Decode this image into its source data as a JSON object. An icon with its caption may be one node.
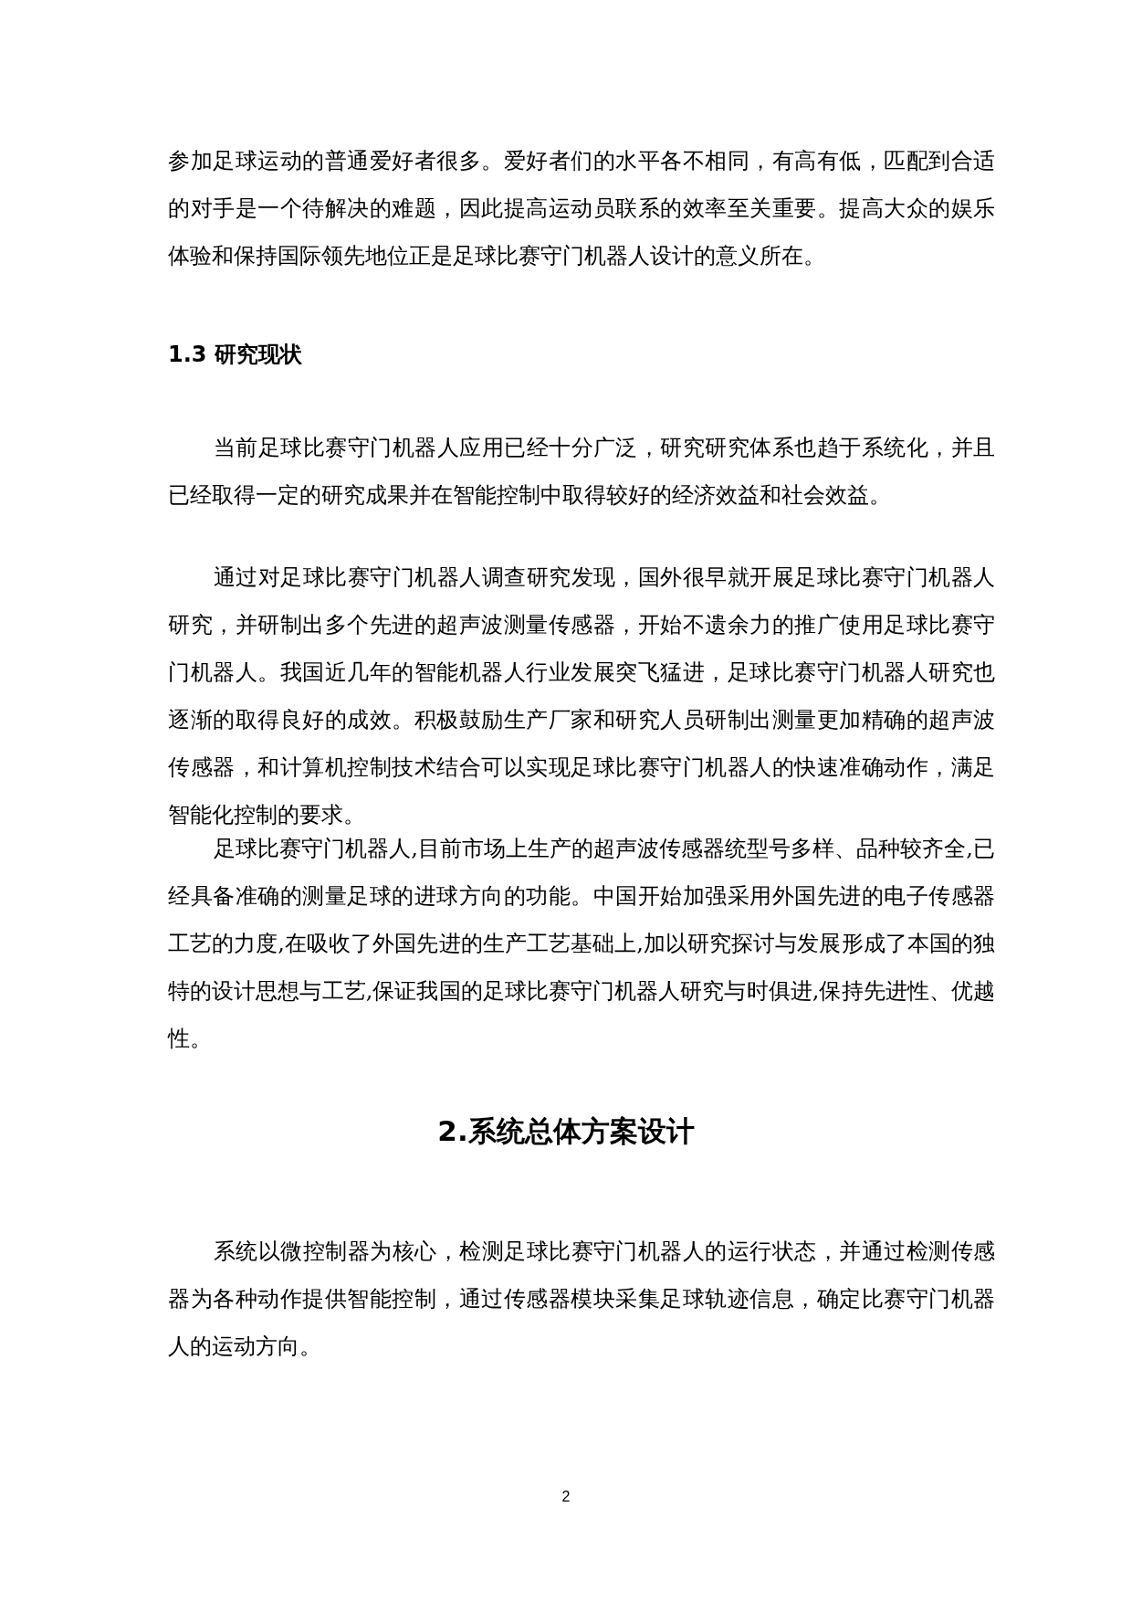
{
  "diagram": {
    "labels": [
      "参加足球运动的普通爱好者很多。爱好者们的水平各不相同，有高有低，匹配到合适的对手是一个待解决的难题，因此提高运动员联系的效率至关重要。提高大众的娱乐体验和保持国际领先地位正是足球比赛守门机器人设计的意义所在。",
      "1.3 研究现状",
      "当前足球比赛守门机器人应用已经十分广泛，研究研究体系也趋于系统化，并且已经取得一定的研究成果并在智能控制中取得较好的经济效益和社会效益。",
      "通过对足球比赛守门机器人调查研究发现，国外很早就开展足球比赛守门机器人研究，并研制出多个先进的超声波测量传感器，开始不遗余力的推广使用足球比赛守门机器人。我国近几年的智能机器人行业发展突飞猛进，足球比赛守门机器人研究也逐渐的取得良好的成效。积极鼓励生产厂家和研究人员研制出测量更加精确的超声波传感器，和计算机控制技术结合可以实现足球比赛守门机器人的快速准确动作，满足智能化控制的要求。",
      "足球比赛守门机器人,目前市场上生产的超声波传感器统型号多样、品种较齐全,已经具备准确的测量足球的进球方向的功能。中国开始加强采用外国先进的电子传感器工艺的力度,在吸收了外国先进的生产工艺基础上,加以研究探讨与发展形成了本国的独特的设计思想与工艺,保证我国的足球比赛守门机器人研究与时俱进,保持先进性、优越性。",
      "2.系统总体方案设计",
      "系统以微控制器为核心，检测足球比赛守门机器人的运行状态，并通过检测传感器为各种动作提供智能控制，通过传感器模块采集足球轨迹信息，确定比赛守门机器人的运动方向。",
      "2"
    ]
  }
}
